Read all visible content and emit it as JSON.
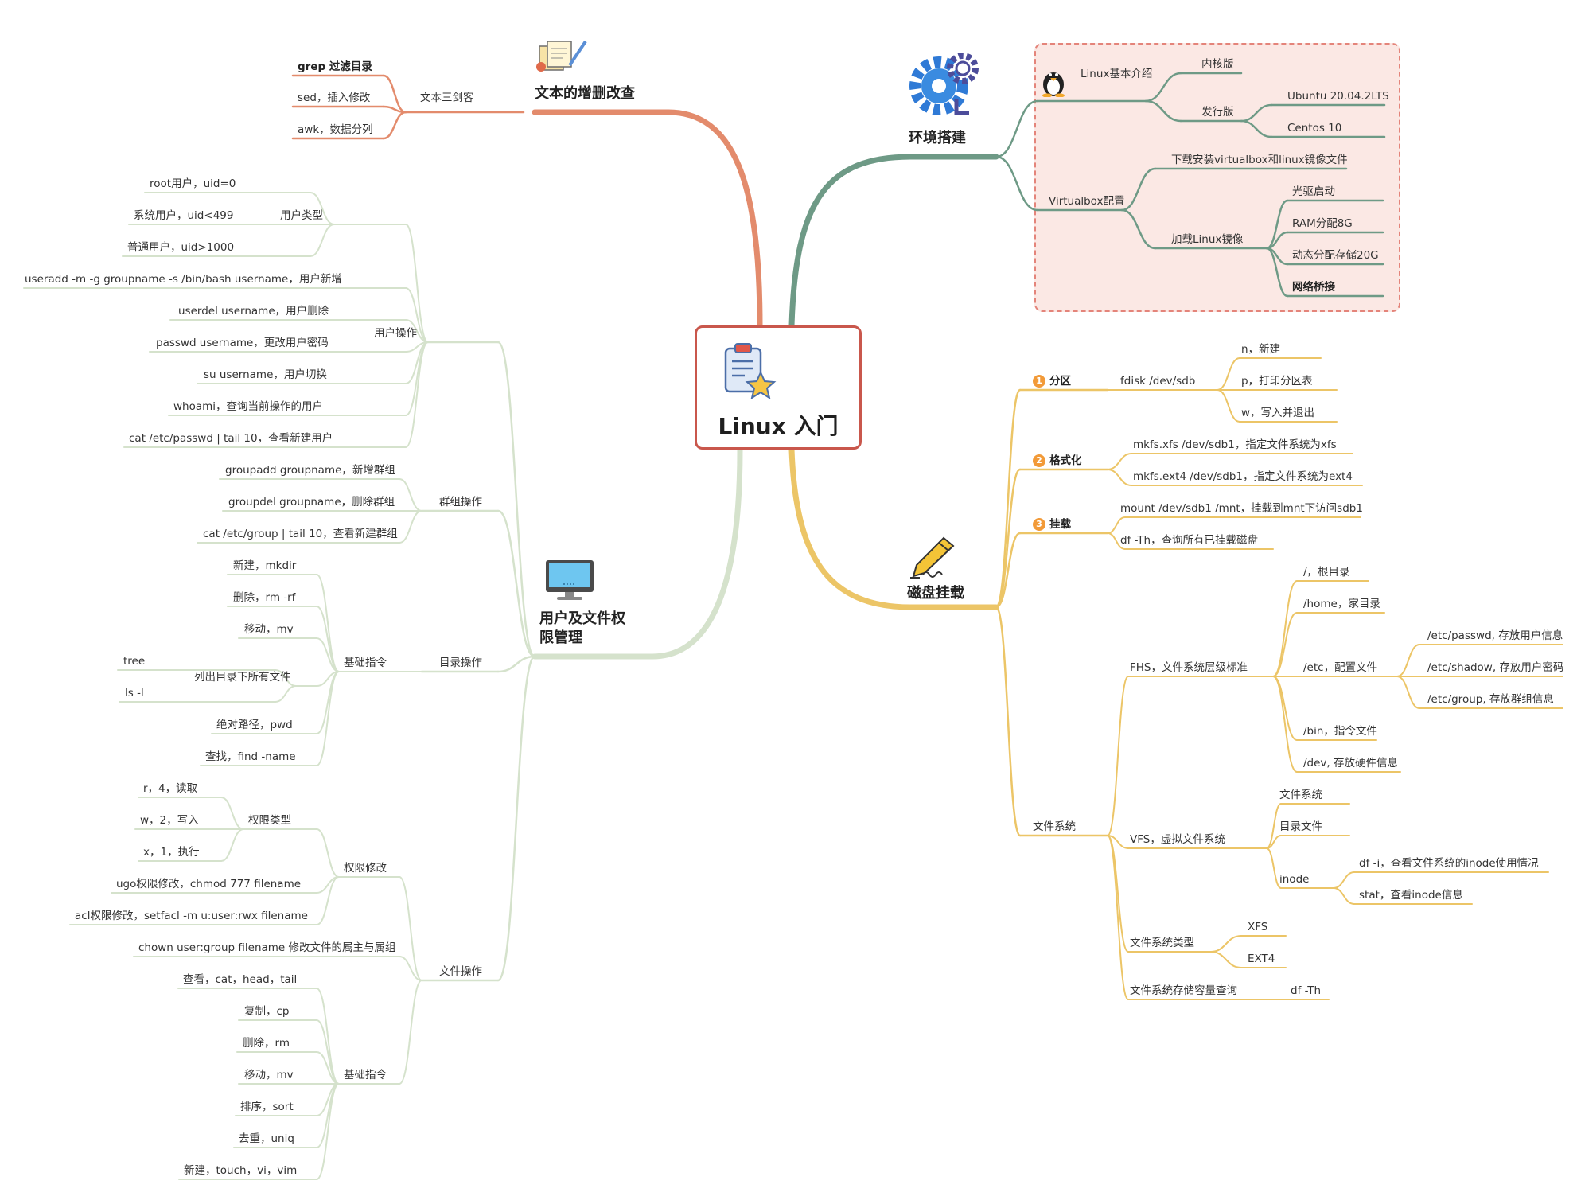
{
  "root": {
    "title": "Linux 入门"
  },
  "branches": {
    "text": {
      "title": "文本的增删改查",
      "sub": "文本三剑客",
      "items": [
        "grep 过滤目录",
        "sed，插入修改",
        "awk，数据分列"
      ]
    },
    "env": {
      "title": "环境搭建",
      "intro": {
        "label": "Linux基本介绍",
        "kernel": "内核版",
        "dist": "发行版",
        "dists": [
          "Ubuntu 20.04.2LTS",
          "Centos 10"
        ]
      },
      "vbox": {
        "label": "Virtualbox配置",
        "download": "下载安装virtualbox和linux镜像文件",
        "load": "加载Linux镜像",
        "load_items": [
          "光驱启动",
          "RAM分配8G",
          "动态分配存储20G",
          "网络桥接"
        ]
      }
    },
    "disk": {
      "title": "磁盘挂载",
      "partition": {
        "num": "1",
        "label": "分区",
        "cmd": "fdisk /dev/sdb",
        "items": [
          "n，新建",
          "p，打印分区表",
          "w，写入并退出"
        ]
      },
      "format": {
        "num": "2",
        "label": "格式化",
        "items": [
          "mkfs.xfs /dev/sdb1，指定文件系统为xfs",
          "mkfs.ext4 /dev/sdb1，指定文件系统为ext4"
        ]
      },
      "mount": {
        "num": "3",
        "label": "挂载",
        "items": [
          "mount /dev/sdb1 /mnt，挂载到mnt下访问sdb1",
          "df -Th，查询所有已挂载磁盘"
        ]
      },
      "fs": {
        "label": "文件系统",
        "fhs": {
          "label": "FHS，文件系统层级标准",
          "root": "/，根目录",
          "home": "/home，家目录",
          "etc": "/etc，配置文件",
          "etc_items": [
            "/etc/passwd, 存放用户信息",
            "/etc/shadow, 存放用户密码",
            "/etc/group, 存放群组信息"
          ],
          "bin": "/bin，指令文件",
          "dev": "/dev, 存放硬件信息"
        },
        "vfs": {
          "label": "VFS，虚拟文件系统",
          "fs": "文件系统",
          "dir": "目录文件",
          "inode": "inode",
          "inode_items": [
            "df -i，查看文件系统的inode使用情况",
            "stat，查看inode信息"
          ]
        },
        "types": {
          "label": "文件系统类型",
          "items": [
            "XFS",
            "EXT4"
          ]
        },
        "capacity": {
          "label": "文件系统存储容量查询",
          "cmd": "df -Th"
        }
      }
    },
    "user": {
      "title_line1": "用户及文件权",
      "title_line2": "限管理",
      "user_ops": {
        "label": "用户操作",
        "types_label": "用户类型",
        "types": [
          "root用户，uid=0",
          "系统用户，uid<499",
          "普通用户，uid>1000"
        ],
        "items": [
          "useradd -m -g groupname -s /bin/bash username，用户新增",
          "userdel username，用户删除",
          "passwd username，更改用户密码",
          "su username，用户切换",
          "whoami，查询当前操作的用户",
          "cat /etc/passwd | tail 10，查看新建用户"
        ]
      },
      "group_ops": {
        "label": "群组操作",
        "items": [
          "groupadd groupname，新增群组",
          "groupdel groupname，删除群组",
          "cat /etc/group | tail 10，查看新建群组"
        ]
      },
      "dir_ops": {
        "label": "目录操作",
        "basic_label": "基础指令",
        "items_a": [
          "新建，mkdir",
          "删除，rm -rf",
          "移动，mv"
        ],
        "list_label": "列出目录下所有文件",
        "list_items": [
          "tree",
          "ls -l"
        ],
        "items_b": [
          "绝对路径，pwd",
          "查找，find -name"
        ]
      },
      "file_ops": {
        "label": "文件操作",
        "perm_label": "权限修改",
        "perm_type_label": "权限类型",
        "perm_types": [
          "r，4，读取",
          "w，2，写入",
          "x，1，执行"
        ],
        "perm_items": [
          "ugo权限修改，chmod 777 filename",
          "acl权限修改，setfacl -m u:user:rwx filename"
        ],
        "chown": "chown user:group filename 修改文件的属主与属组",
        "basic_label": "基础指令",
        "basic_items": [
          "查看，cat，head，tail",
          "复制，cp",
          "删除，rm",
          "移动，mv",
          "排序，sort",
          "去重，uniq",
          "新建，touch，vi，vim"
        ]
      }
    }
  },
  "colors": {
    "text": "#e38b6c",
    "env": "#6e9a86",
    "disk": "#ecc567",
    "user": "#d5e2cc",
    "root_border": "#c9574c",
    "env_box_fill": "#fbe8e4",
    "env_box_border": "#e4847a",
    "badge": "#f29a38"
  },
  "icons": [
    "clipboard-star-icon",
    "documents-pen-icon",
    "gear-icon",
    "pencil-icon",
    "monitor-icon",
    "penguin-icon"
  ]
}
